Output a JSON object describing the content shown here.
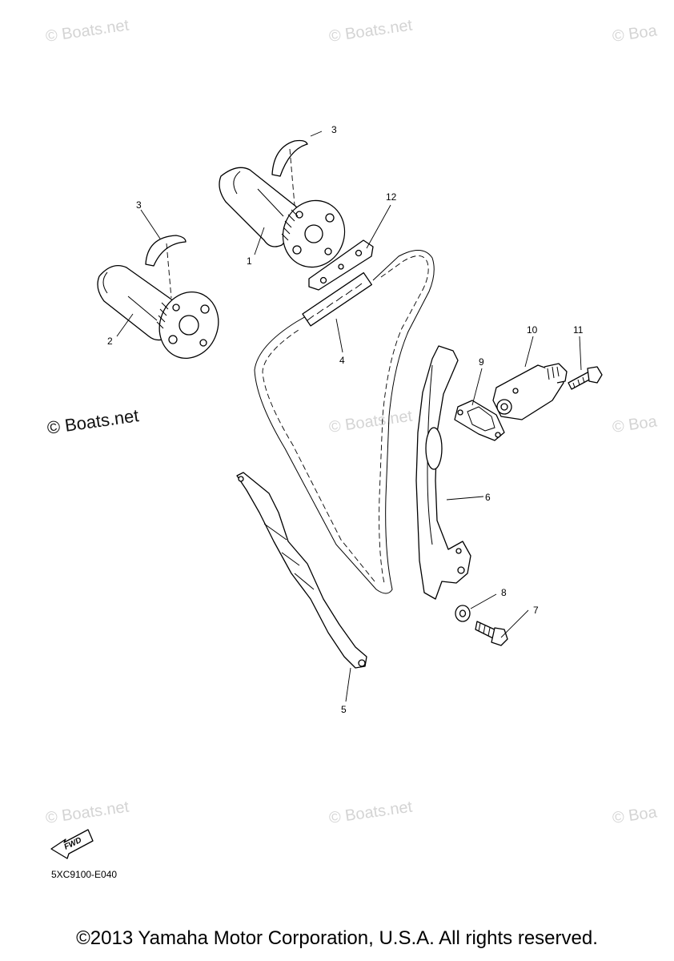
{
  "watermarks": {
    "faint": "© Boats.net",
    "faint_clipped": "© Boa",
    "dark": "© Boats.net"
  },
  "callouts": {
    "c1": "1",
    "c2": "2",
    "c3a": "3",
    "c3b": "3",
    "c4": "4",
    "c5": "5",
    "c6": "6",
    "c7": "7",
    "c8": "8",
    "c9": "9",
    "c10": "10",
    "c11": "11",
    "c12": "12"
  },
  "fwd_badge": "FWD",
  "diagram_code": "5XC9100-E040",
  "copyright": "©2013 Yamaha Motor Corporation, U.S.A. All rights reserved."
}
